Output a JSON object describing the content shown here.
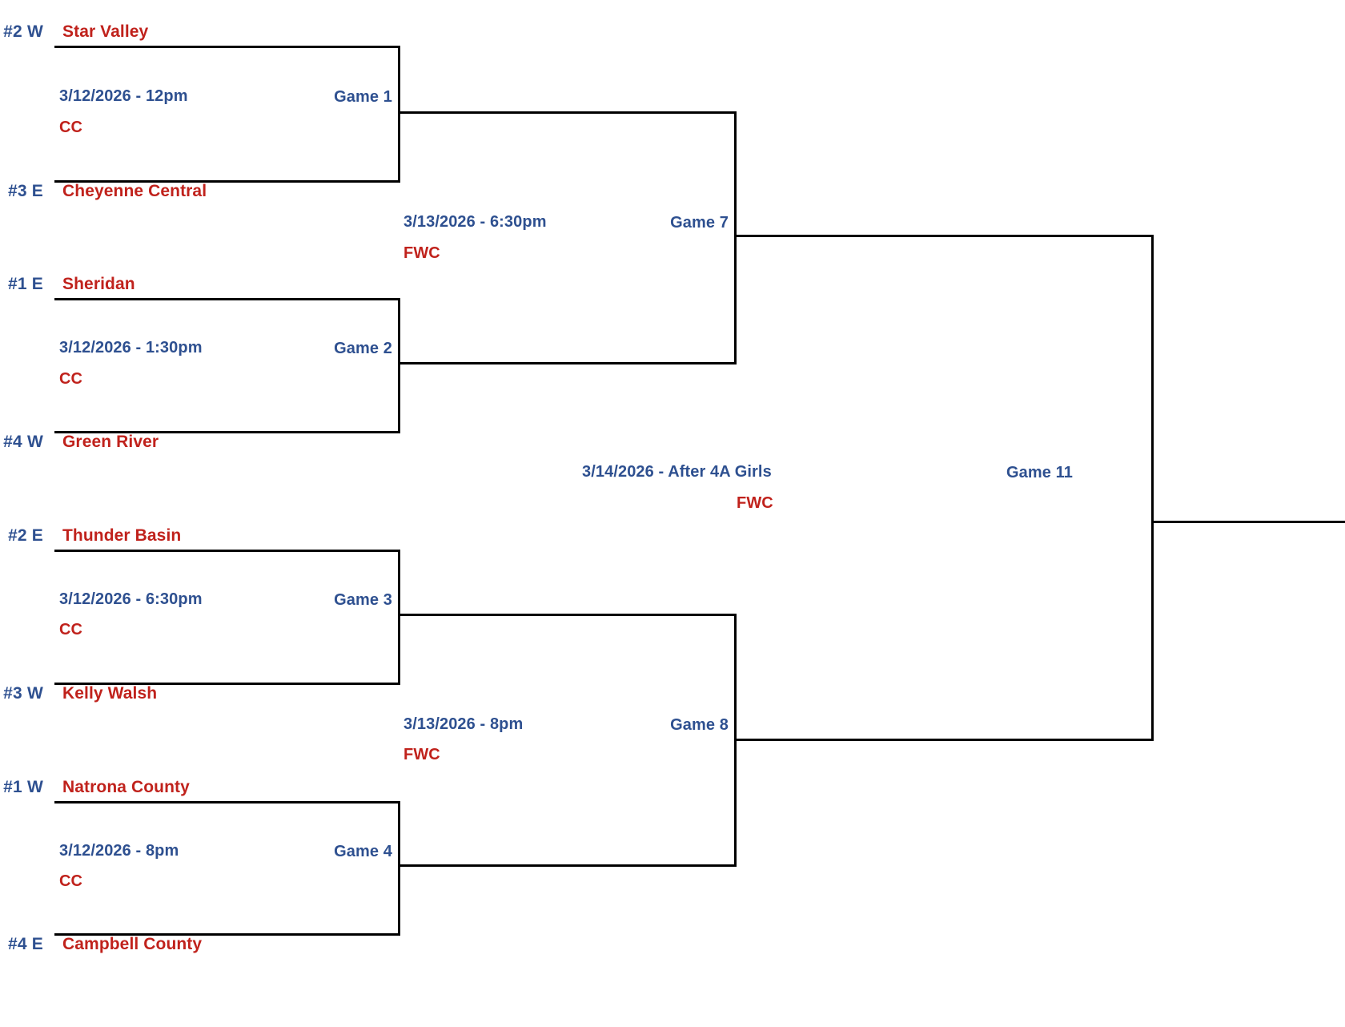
{
  "colors": {
    "seed": "#2e5090",
    "team": "#c0221c",
    "datetime": "#2e5090",
    "venue": "#c0221c",
    "game_label": "#2e5090",
    "line": "#000000",
    "background": "#ffffff"
  },
  "bracket": {
    "round1": {
      "matchups": [
        {
          "game_label": "Game 1",
          "datetime": "3/12/2026 - 12pm",
          "venue": "CC",
          "teams": [
            {
              "seed": "#2 W",
              "name": "Star Valley"
            },
            {
              "seed": "#3 E",
              "name": "Cheyenne Central"
            }
          ]
        },
        {
          "game_label": "Game 2",
          "datetime": "3/12/2026 - 1:30pm",
          "venue": "CC",
          "teams": [
            {
              "seed": "#1 E",
              "name": "Sheridan"
            },
            {
              "seed": "#4 W",
              "name": "Green River"
            }
          ]
        },
        {
          "game_label": "Game 3",
          "datetime": "3/12/2026 - 6:30pm",
          "venue": "CC",
          "teams": [
            {
              "seed": "#2 E",
              "name": "Thunder Basin"
            },
            {
              "seed": "#3 W",
              "name": "Kelly Walsh"
            }
          ]
        },
        {
          "game_label": "Game 4",
          "datetime": "3/12/2026 - 8pm",
          "venue": "CC",
          "teams": [
            {
              "seed": "#1 W",
              "name": "Natrona County"
            },
            {
              "seed": "#4 E",
              "name": "Campbell County"
            }
          ]
        }
      ]
    },
    "round2": {
      "matchups": [
        {
          "game_label": "Game 7",
          "datetime": "3/13/2026 - 6:30pm",
          "venue": "FWC"
        },
        {
          "game_label": "Game 8",
          "datetime": "3/13/2026 - 8pm",
          "venue": "FWC"
        }
      ]
    },
    "round3": {
      "matchups": [
        {
          "game_label": "Game 11",
          "datetime": "3/14/2026 - After 4A Girls",
          "venue": "FWC"
        }
      ]
    }
  }
}
